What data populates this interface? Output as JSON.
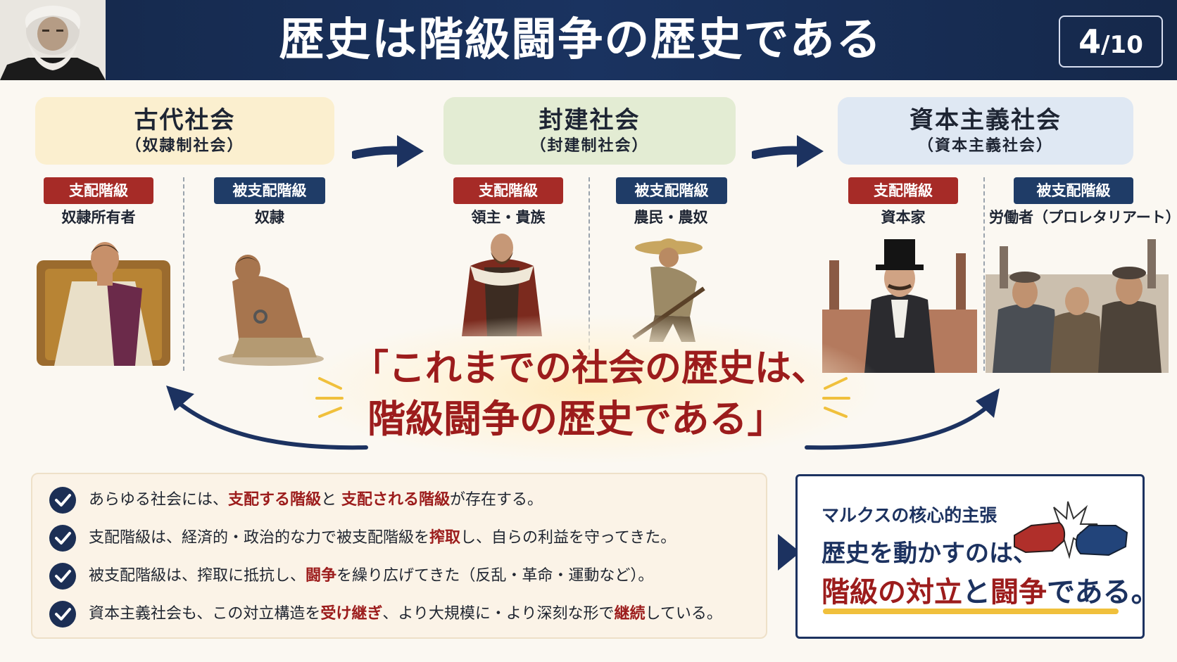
{
  "header": {
    "title": "歴史は階級闘争の歴史である",
    "page_current": "4",
    "page_total": "/10"
  },
  "societies": [
    {
      "name": "古代社会",
      "subtitle": "（奴隷制社会）",
      "ruling_label": "支配階級",
      "ruling_role": "奴隷所有者",
      "ruled_label": "被支配階級",
      "ruled_role": "奴隷"
    },
    {
      "name": "封建社会",
      "subtitle": "（封建制社会）",
      "ruling_label": "支配階級",
      "ruling_role": "領主・貴族",
      "ruled_label": "被支配階級",
      "ruled_role": "農民・農奴"
    },
    {
      "name": "資本主義社会",
      "subtitle": "（資本主義社会）",
      "ruling_label": "支配階級",
      "ruling_role": "資本家",
      "ruled_label": "被支配階級",
      "ruled_role": "労働者（プロレタリアート）"
    }
  ],
  "quote": {
    "line1": "「これまでの社会の歴史は、",
    "line2": "階級闘争の歴史である」"
  },
  "bullets": [
    {
      "a": "あらゆる社会には、",
      "b": "支配する階級",
      "c": "と ",
      "d": "支配される階級",
      "e": "が存在する。"
    },
    {
      "a": "支配階級は、経済的・政治的な力で被支配階級を",
      "b": "搾取",
      "c": "し、自らの利益を守ってきた。",
      "d": "",
      "e": ""
    },
    {
      "a": "被支配階級は、搾取に抵抗し、",
      "b": "闘争",
      "c": "を繰り広げてきた（反乱・革命・運動など）。",
      "d": "",
      "e": ""
    },
    {
      "a": "資本主義社会も、この対立構造を",
      "b": "受け継ぎ",
      "c": "、より大規模に・より深刻な形で",
      "d": "継続",
      "e": "している。"
    }
  ],
  "callout": {
    "lead": "マルクスの核心的主張",
    "line2": "歴史を動かすのは、",
    "l3_a": "階級の対立",
    "l3_b": "と",
    "l3_c": "闘争",
    "l3_d": "である。"
  },
  "colors": {
    "navy": "#1c3260",
    "red": "#a62b27",
    "gold": "#f0c03c"
  }
}
